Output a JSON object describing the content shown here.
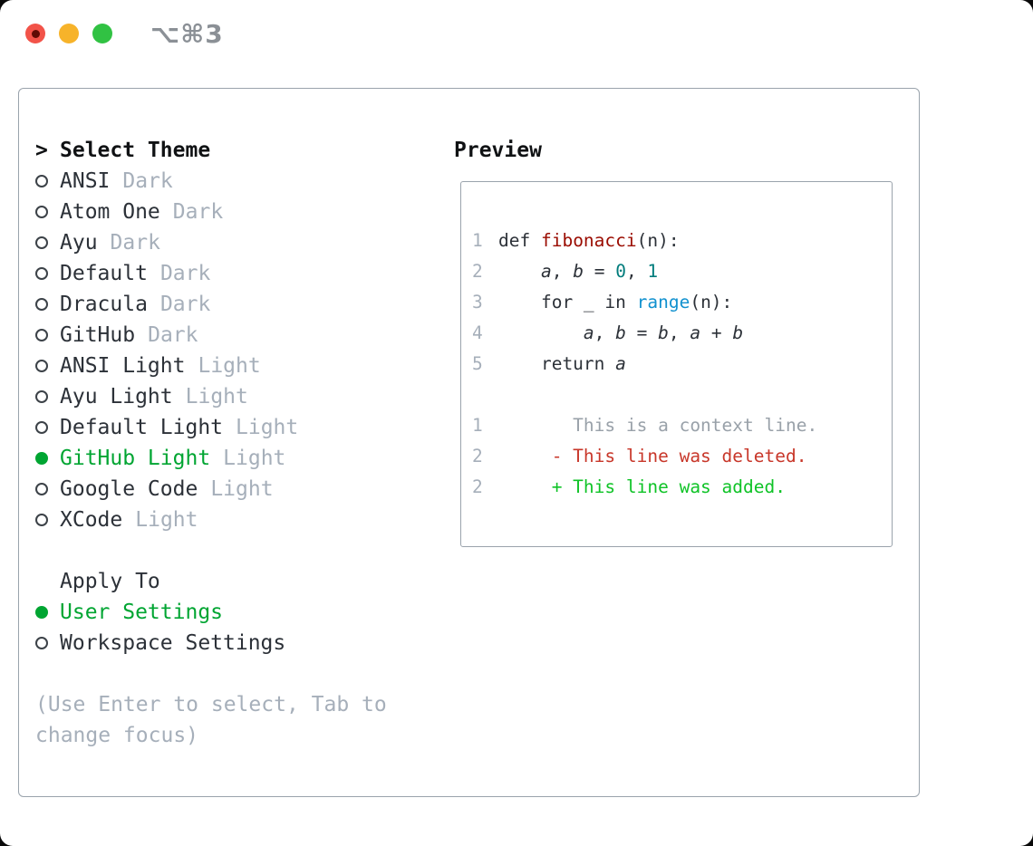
{
  "window": {
    "title": "⌥⌘3"
  },
  "theme_panel": {
    "header_marker": ">",
    "header": "Select Theme",
    "items": [
      {
        "label": "ANSI",
        "tag": "Dark",
        "selected": false
      },
      {
        "label": "Atom One",
        "tag": "Dark",
        "selected": false
      },
      {
        "label": "Ayu",
        "tag": "Dark",
        "selected": false
      },
      {
        "label": "Default",
        "tag": "Dark",
        "selected": false
      },
      {
        "label": "Dracula",
        "tag": "Dark",
        "selected": false
      },
      {
        "label": "GitHub",
        "tag": "Dark",
        "selected": false
      },
      {
        "label": "ANSI Light",
        "tag": "Light",
        "selected": false
      },
      {
        "label": "Ayu Light",
        "tag": "Light",
        "selected": false
      },
      {
        "label": "Default Light",
        "tag": "Light",
        "selected": false
      },
      {
        "label": "GitHub Light",
        "tag": "Light",
        "selected": true
      },
      {
        "label": "Google Code",
        "tag": "Light",
        "selected": false
      },
      {
        "label": "XCode",
        "tag": "Light",
        "selected": false
      }
    ]
  },
  "apply_panel": {
    "header": "Apply To",
    "items": [
      {
        "label": "User Settings",
        "selected": true
      },
      {
        "label": "Workspace Settings",
        "selected": false
      }
    ]
  },
  "help_lines": [
    "(Use Enter to select, Tab to",
    "change focus)"
  ],
  "preview": {
    "header": "Preview",
    "code_lines": [
      {
        "num": "1",
        "segments": [
          [
            "p",
            "def "
          ],
          [
            "fn",
            "fibonacci"
          ],
          [
            "p",
            "(n):"
          ]
        ]
      },
      {
        "num": "2",
        "segments": [
          [
            "p",
            "    "
          ],
          [
            "va",
            "a"
          ],
          [
            "p",
            ", "
          ],
          [
            "va",
            "b"
          ],
          [
            "p",
            " = "
          ],
          [
            "nu",
            "0"
          ],
          [
            "p",
            ", "
          ],
          [
            "nu",
            "1"
          ]
        ]
      },
      {
        "num": "3",
        "segments": [
          [
            "p",
            "    for _ in "
          ],
          [
            "bi",
            "range"
          ],
          [
            "p",
            "(n):"
          ]
        ]
      },
      {
        "num": "4",
        "segments": [
          [
            "p",
            "        "
          ],
          [
            "va",
            "a"
          ],
          [
            "p",
            ", "
          ],
          [
            "va",
            "b"
          ],
          [
            "p",
            " = "
          ],
          [
            "va",
            "b"
          ],
          [
            "p",
            ", "
          ],
          [
            "va",
            "a"
          ],
          [
            "p",
            " + "
          ],
          [
            "va",
            "b"
          ]
        ]
      },
      {
        "num": "5",
        "segments": [
          [
            "p",
            "    return "
          ],
          [
            "va",
            "a"
          ]
        ]
      }
    ],
    "diff_lines": [
      {
        "num": "1",
        "marker": "",
        "text": "This is a context line.",
        "type": "context"
      },
      {
        "num": "2",
        "marker": "-",
        "text": "This line was deleted.",
        "type": "deleted"
      },
      {
        "num": "2",
        "marker": "+",
        "text": "This line was added.",
        "type": "added"
      }
    ]
  },
  "colors": {
    "accent_green": "#00a532",
    "added_green": "#0fc327",
    "deleted_red": "#c8372a",
    "func_red": "#9a0b00",
    "number_teal": "#017c7c",
    "builtin_blue": "#1191cf",
    "text_dark": "#2c3138",
    "text_black": "#101214",
    "muted_gray": "#a6afba",
    "context_gray": "#99a1a9",
    "line_number_gray": "#a6afba",
    "border_gray": "#9aa3ac",
    "ring_dark": "#3c4248",
    "title_gray": "#8b9096",
    "traffic_red": "#f25349",
    "traffic_red_dot": "#5e0b04",
    "traffic_yellow": "#f7b32a",
    "traffic_green": "#31c243"
  }
}
